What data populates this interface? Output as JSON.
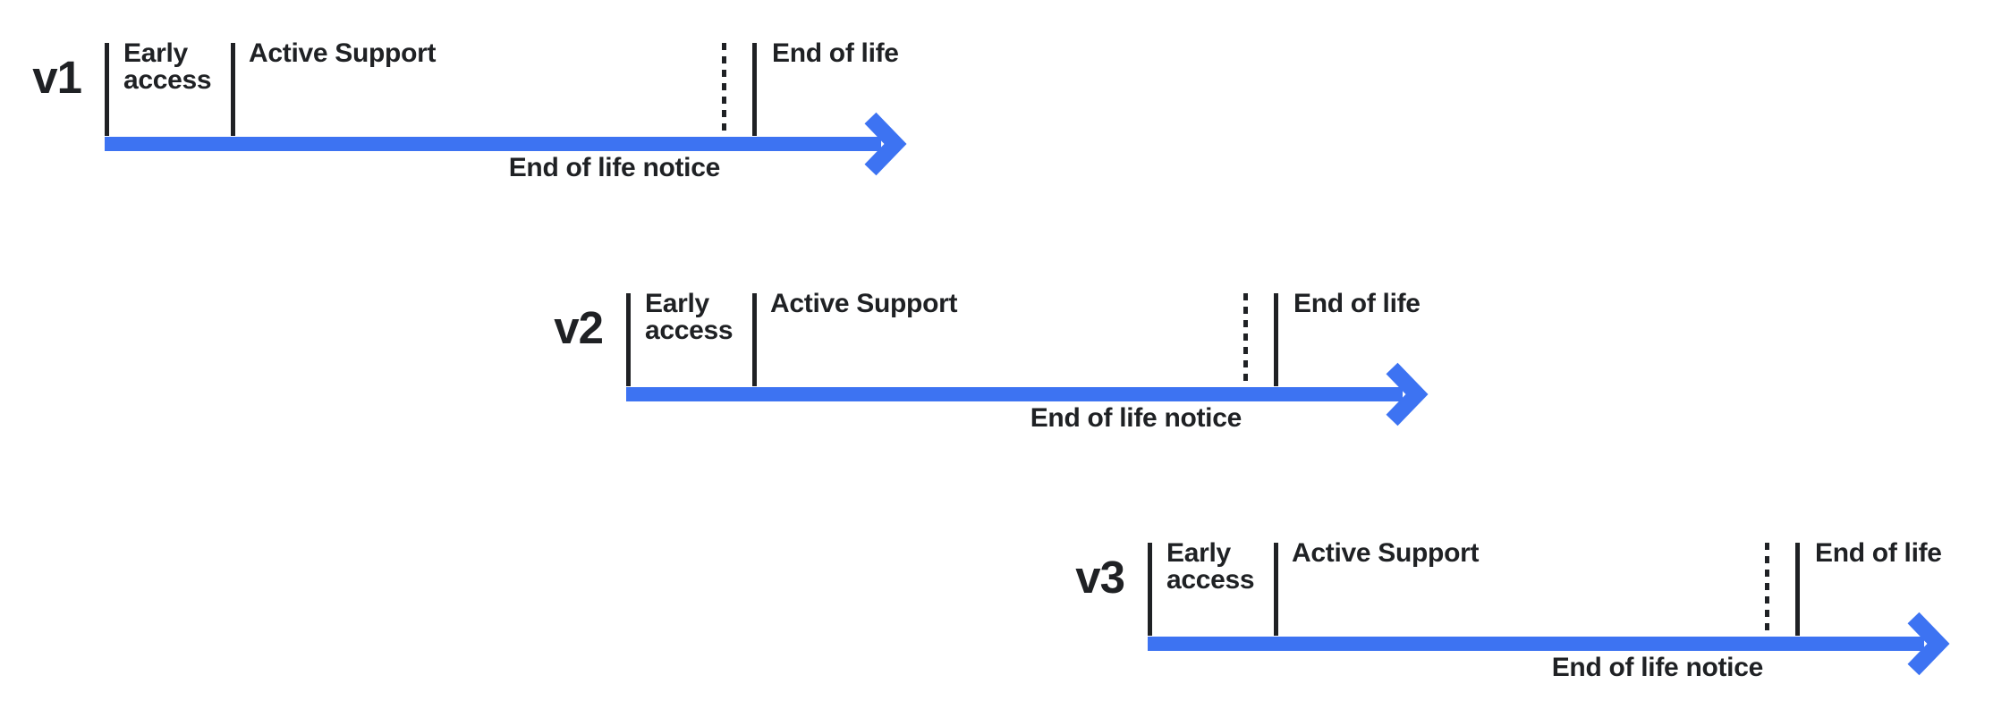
{
  "colors": {
    "background": "#ffffff",
    "arrow_blue": "#3D73F2",
    "ink": "#1F2124"
  },
  "timelines": [
    {
      "version": "v1",
      "early_access": "Early access",
      "active_support": "Active Support",
      "end_of_life": "End of life",
      "eol_notice": "End of life notice"
    },
    {
      "version": "v2",
      "early_access": "Early access",
      "active_support": "Active Support",
      "end_of_life": "End of life",
      "eol_notice": "End of life notice"
    },
    {
      "version": "v3",
      "early_access": "Early access",
      "active_support": "Active Support",
      "end_of_life": "End of life",
      "eol_notice": "End of life notice"
    }
  ]
}
